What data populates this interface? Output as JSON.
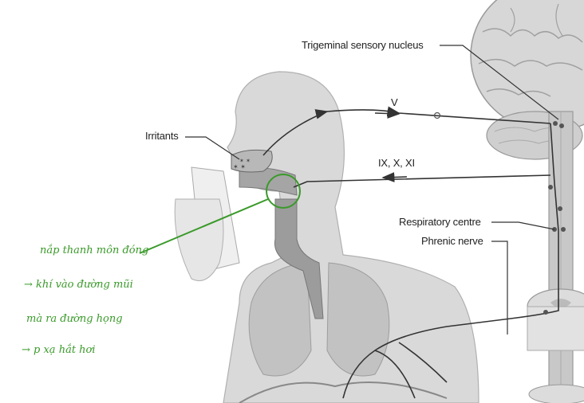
{
  "labels": {
    "trigeminal": "Trigeminal sensory nucleus",
    "irritants": "Irritants",
    "v": "V",
    "ix_x_xi": "IX, X, XI",
    "respiratory": "Respiratory centre",
    "phrenic": "Phrenic nerve"
  },
  "handwritten": {
    "line1": "nắp thanh môn đóng",
    "line2": "→ khí vào đường mũi",
    "line3": "mà ra đường họng",
    "line4": "→ p xạ hắt hơi"
  },
  "colors": {
    "annotation": "#3a9a2a",
    "nerve": "#333333",
    "body_shade": "#d9d9d9"
  }
}
